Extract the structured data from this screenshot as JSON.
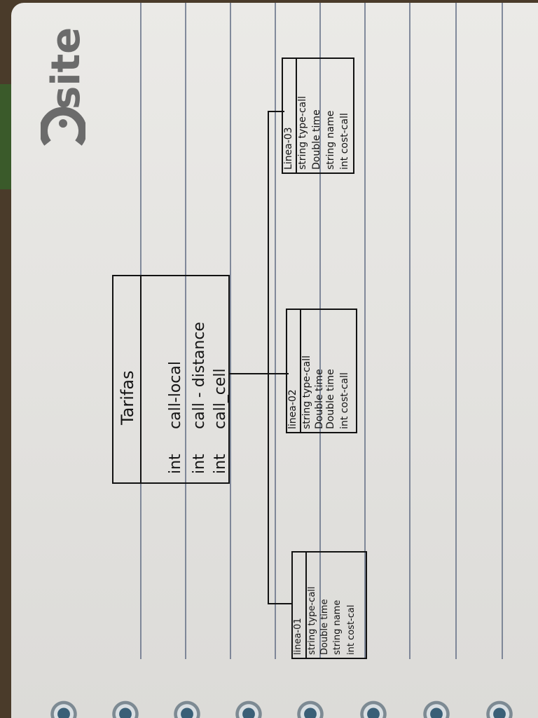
{
  "notebook": {
    "logo_text": "site",
    "logo_color": "#6b6b6b",
    "paper_color": "#e4e3e0",
    "rule_color": "#5d6a82"
  },
  "diagram": {
    "main_class": {
      "name": "Tarifas",
      "attributes": [
        {
          "type": "int",
          "name": "call-local"
        },
        {
          "type": "int",
          "name": "call - distance"
        },
        {
          "type": "int",
          "name": "call_cell"
        }
      ]
    },
    "subclasses": [
      {
        "name": "linea-01",
        "attributes": [
          "string type-call",
          "Double time",
          "string name",
          "int cost-cal"
        ]
      },
      {
        "name": "linea-02",
        "attributes": [
          "string type-call",
          "Double time",
          "Double time",
          "int cost-call"
        ]
      },
      {
        "name": "Linea-03",
        "attributes": [
          "string type-call",
          "Double time",
          "string name",
          "int cost-call"
        ]
      }
    ]
  }
}
